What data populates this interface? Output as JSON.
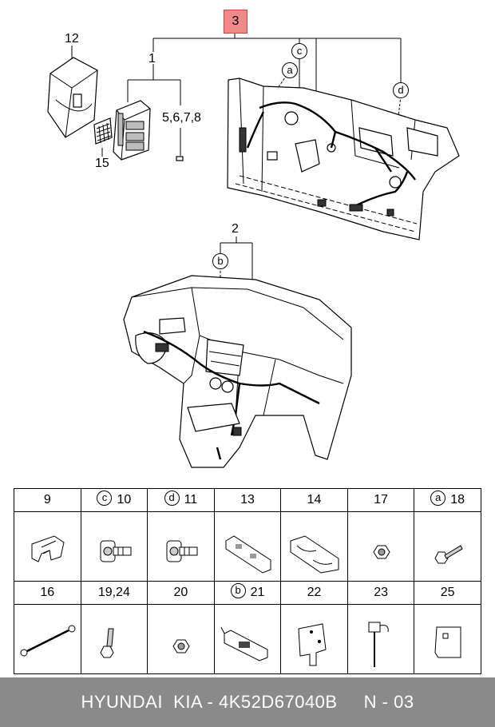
{
  "callouts": {
    "n3": "3",
    "n1": "1",
    "n12": "12",
    "n15": "15",
    "n5678": "5,6,7,8",
    "n2": "2",
    "c_a": "a",
    "c_b": "b",
    "c_c": "c",
    "c_d": "d"
  },
  "parts_table": {
    "row1": [
      {
        "circle": "",
        "label": "9"
      },
      {
        "circle": "c",
        "label": "10"
      },
      {
        "circle": "d",
        "label": "11"
      },
      {
        "circle": "",
        "label": "13"
      },
      {
        "circle": "",
        "label": "14"
      },
      {
        "circle": "",
        "label": "17"
      },
      {
        "circle": "a",
        "label": "18"
      }
    ],
    "row2": [
      {
        "circle": "",
        "label": "16"
      },
      {
        "circle": "",
        "label": "19,24"
      },
      {
        "circle": "",
        "label": "20"
      },
      {
        "circle": "b",
        "label": "21"
      },
      {
        "circle": "",
        "label": "22"
      },
      {
        "circle": "",
        "label": "23"
      },
      {
        "circle": "",
        "label": "25"
      }
    ]
  },
  "footer": {
    "text": "HYUNDAI  KIA - 4K52D67040B     N - 03"
  },
  "colors": {
    "highlight": "#f08a8a",
    "footer_bg": "#8a8a8a"
  }
}
